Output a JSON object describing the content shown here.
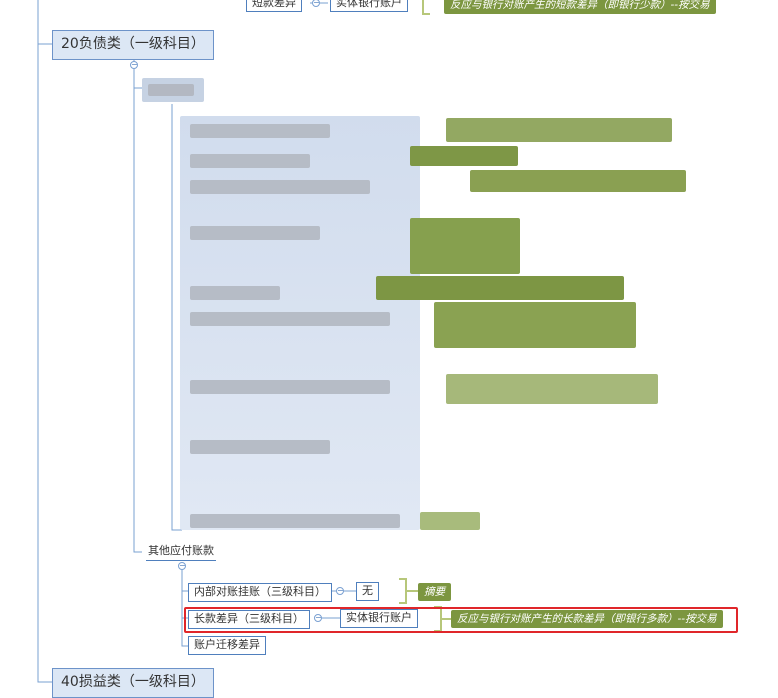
{
  "top": {
    "node_a": "短款差异",
    "node_b": "实体银行账户",
    "note": "反应与银行对账产生的短款差异（即银行少款）--按交易"
  },
  "liability": {
    "title": "20负债类（一级科目）",
    "other_payables": {
      "label": "其他应付账款",
      "children": [
        {
          "label": "内部对账挂账（三级科目）",
          "value": "无",
          "note": "摘要"
        },
        {
          "label": "长款差异（三级科目）",
          "value": "实体银行账户",
          "note": "反应与银行对账产生的长款差异（即银行多款）--按交易"
        },
        {
          "label": "账户迁移差异"
        }
      ]
    }
  },
  "pnl": {
    "title": "40损益类（一级科目）"
  },
  "colors": {
    "node_border": "#4f7fbd",
    "level1_fill": "#dce7f5",
    "note_fill": "#7c9640",
    "highlight": "#e0262a"
  }
}
